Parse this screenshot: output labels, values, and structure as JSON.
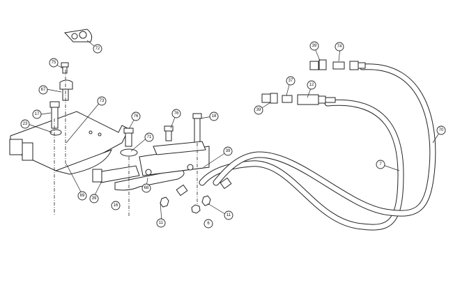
{
  "diagram": {
    "type": "exploded parts diagram",
    "callouts": [
      "72",
      "75",
      "67",
      "73",
      "17",
      "23",
      "76",
      "76",
      "18",
      "71",
      "39",
      "69",
      "39",
      "16",
      "68",
      "11",
      "11",
      "6",
      "39",
      "74",
      "37",
      "12",
      "39",
      "7",
      "70"
    ]
  }
}
